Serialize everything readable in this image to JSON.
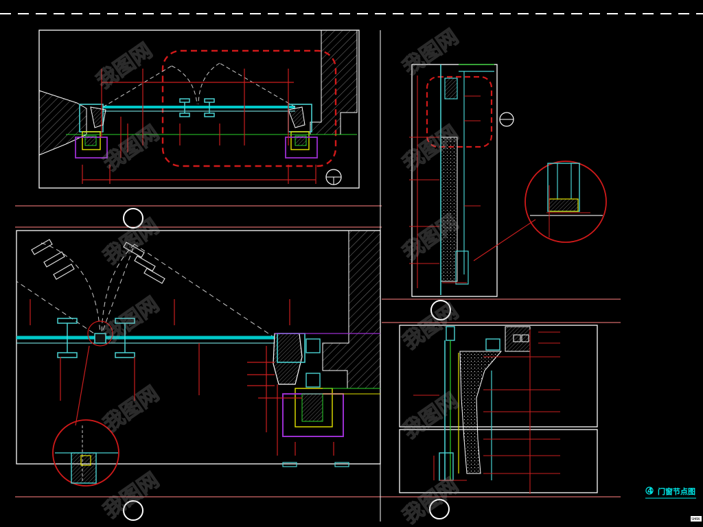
{
  "drawing": {
    "title": "门窗节点图",
    "title_marker": "4",
    "corner_tag": "SH6N",
    "watermark_text": "我图网"
  },
  "colors": {
    "background": "#000000",
    "outline": "#ffffff",
    "dimension": "#cc1f1f",
    "glass": "#00c8c8",
    "frame": "#4ad3d3",
    "wall_hatch": "#d8d8d8",
    "purple": "#9b2fd1",
    "yellow": "#e6e600",
    "green": "#2bd62b",
    "title_color": "#00e6e6",
    "watermark": "#9a9a9a"
  },
  "views": [
    {
      "name": "top-plan-view",
      "callout": "circle-marker"
    },
    {
      "name": "right-section-view",
      "callout": "circle-marker"
    },
    {
      "name": "left-plan-view",
      "callout": "circle-marker"
    },
    {
      "name": "lower-right-section-view",
      "callout": "circle-marker"
    }
  ]
}
